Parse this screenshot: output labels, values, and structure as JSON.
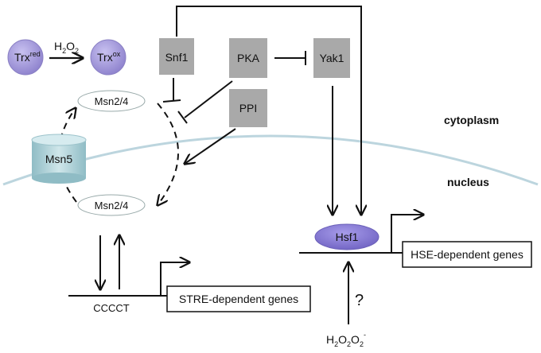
{
  "nodes": {
    "trx_red": {
      "base": "Trx",
      "sup": "red"
    },
    "trx_ox": {
      "base": "Trx",
      "sup": "ox"
    },
    "h2o2_top": {
      "parts": [
        "H",
        "2",
        "O",
        "2"
      ]
    },
    "snf1": "Snf1",
    "pka": "PKA",
    "yak1": "Yak1",
    "ppi": "PPI",
    "msn24_top": "Msn2/4",
    "msn24_bottom": "Msn2/4",
    "msn5": "Msn5",
    "hsf1": "Hsf1",
    "cccct": "CCCCT",
    "stre_genes": "STRE-dependent genes",
    "hse_genes": "HSE-dependent genes",
    "question": "?",
    "h2o2o2_bottom": {
      "parts": [
        "H",
        "2",
        "O",
        "2",
        "O",
        "2",
        "-"
      ]
    }
  },
  "compartments": {
    "cytoplasm": "cytoplasm",
    "nucleus": "nucleus"
  },
  "colors": {
    "gray_box": "#a9a9a9",
    "purple": "#8f82cf",
    "purple_light": "#b9b2e6",
    "teal": "#a9cfd6",
    "membrane": "#b9d3dc"
  }
}
